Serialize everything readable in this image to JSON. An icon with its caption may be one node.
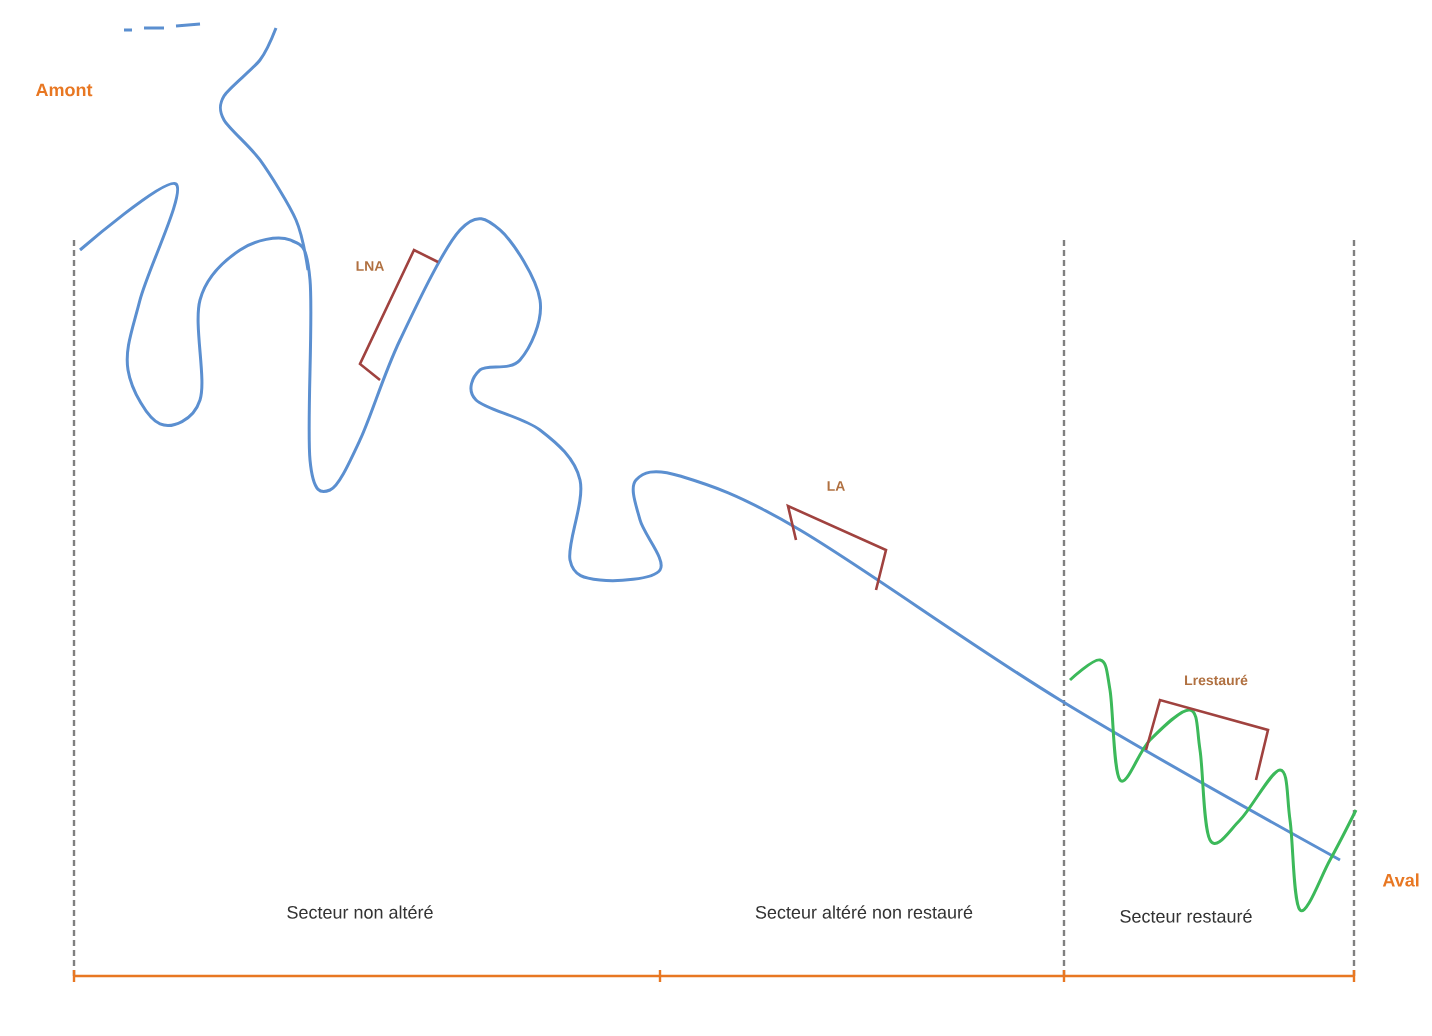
{
  "diagram": {
    "labels": [
      "Amont",
      "LNA",
      "LA",
      "Lrestauré",
      "Aval",
      "Secteur non altéré",
      "Secteur altéré non restauré",
      "Secteur restauré"
    ]
  }
}
